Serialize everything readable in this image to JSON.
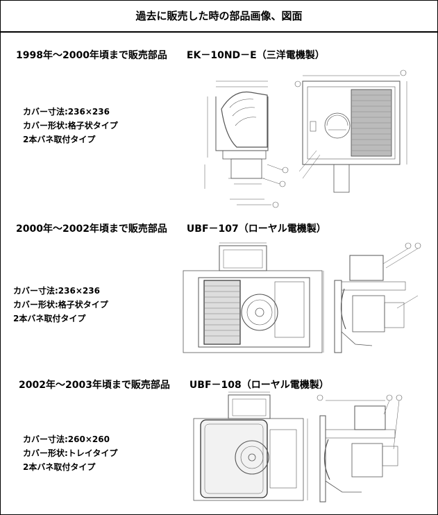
{
  "header": {
    "title": "過去に販売した時の部品画像、図面"
  },
  "sections": [
    {
      "title": "1998年～2000年頃まで販売部品　　EK－10ND－E（三洋電機製）",
      "specs": [
        "カバー寸法:236×236",
        "カバー形状:格子状タイプ",
        "2本バネ取付タイプ"
      ]
    },
    {
      "title": "2000年～2002年頃まで販売部品　　UBF－107（ローヤル電機製）",
      "specs": [
        "カバー寸法:236×236",
        "カバー形状:格子状タイプ",
        "2本バネ取付タイプ"
      ]
    },
    {
      "title": "2002年～2003年頃まで販売部品　　UBF－108（ローヤル電機製）",
      "specs": [
        "カバー寸法:260×260",
        "カバー形状:トレイタイプ",
        "2本バネ取付タイプ"
      ]
    }
  ]
}
